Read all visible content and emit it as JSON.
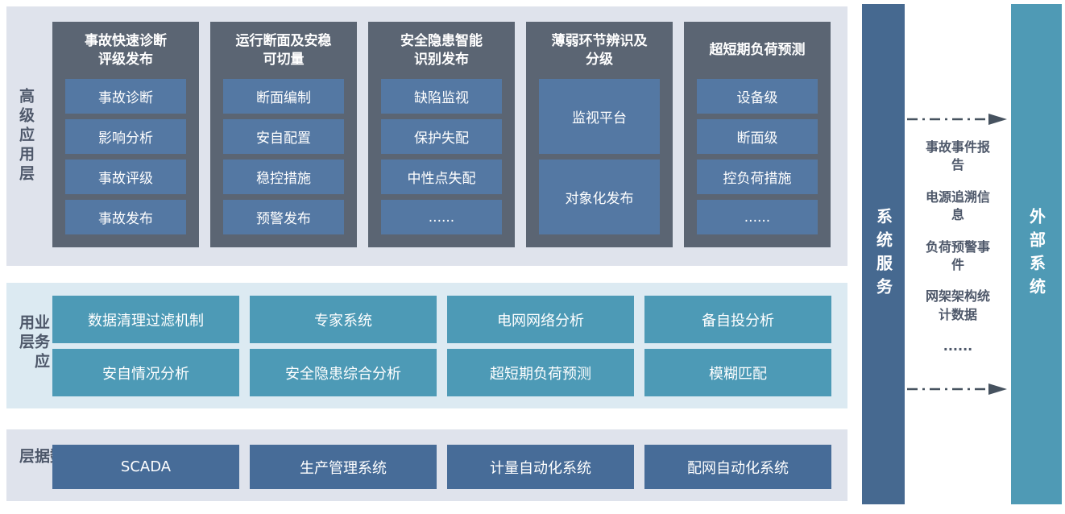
{
  "diagram": {
    "advanced_layer": {
      "label": "高级应用层",
      "columns": [
        {
          "title": "事故快速诊断\n评级发布",
          "items": [
            "事故诊断",
            "影响分析",
            "事故评级",
            "事故发布"
          ]
        },
        {
          "title": "运行断面及安稳\n可切量",
          "items": [
            "断面编制",
            "安自配置",
            "稳控措施",
            "预警发布"
          ]
        },
        {
          "title": "安全隐患智能\n识别发布",
          "items": [
            "缺陷监视",
            "保护失配",
            "中性点失配",
            "......"
          ]
        },
        {
          "title": "薄弱环节辨识及\n分级",
          "items": [
            "监视平台",
            "对象化发布"
          ]
        },
        {
          "title": "超短期负荷预测",
          "items": [
            "设备级",
            "断面级",
            "控负荷措施",
            "......"
          ]
        }
      ]
    },
    "business_layer": {
      "label": "业务应用层",
      "items": [
        "数据清理过滤机制",
        "专家系统",
        "电网网络分析",
        "备自投分析",
        "安自情况分析",
        "安全隐患综合分析",
        "超短期负荷预测",
        "模糊匹配"
      ]
    },
    "data_layer": {
      "label": "数据层",
      "items": [
        "SCADA",
        "生产管理系统",
        "计量自动化系统",
        "配网自动化系统"
      ]
    },
    "system_services_bar": {
      "label": "系统服务"
    },
    "external_systems_bar": {
      "label": "外部系统"
    },
    "exchange": {
      "items": [
        "事故事件报告",
        "电源追溯信息",
        "负荷预警事件",
        "网架架构统计数据",
        "......"
      ]
    },
    "colors": {
      "panel_gray": "#dfe3ec",
      "panel_blue": "#dceaf2",
      "panel_bottom": "#dfe3ec",
      "column_dark": "#5b6573",
      "chip_blue": "#5478a3",
      "teal": "#4d9ab6",
      "data_blue": "#476c98",
      "services_bar": "#466990",
      "external_bar": "#4f9ab5",
      "label_text": "#4e586a",
      "arrow": "#46525f"
    }
  }
}
